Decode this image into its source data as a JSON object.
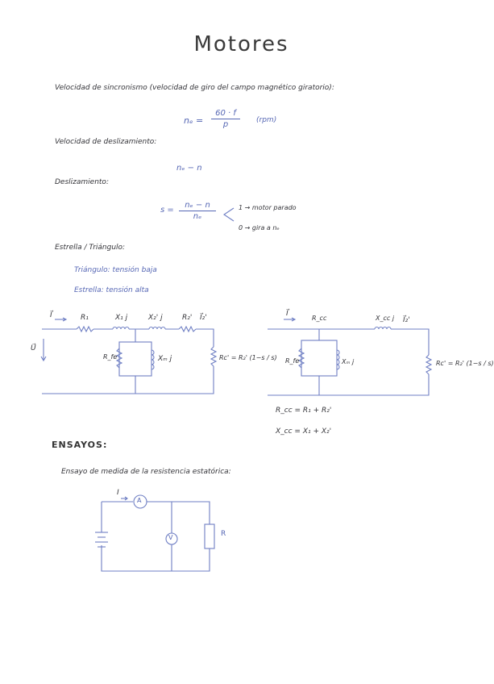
{
  "title": "Motores",
  "sync_speed": {
    "label": "Velocidad de sincronismo (velocidad de giro del campo magnético giratorio):",
    "lhs": "nₑ =",
    "num": "60 · f",
    "den": "p",
    "unit": "(rpm)"
  },
  "slip_speed": {
    "label": "Velocidad de deslizamiento:",
    "expr": "nₑ − n"
  },
  "slip": {
    "label": "Deslizamiento:",
    "lhs": "s =",
    "num": "nₑ − n",
    "den": "nₑ",
    "case1": "1 → motor parado",
    "case2": "0 → gira a nₑ"
  },
  "connection": {
    "label": "Estrella / Triángulo:",
    "triangle": "Triángulo: tensión baja",
    "star": "Estrella: tensión alta"
  },
  "circuit1": {
    "current_in": "I⃗",
    "voltage": "U⃗",
    "r1": "R₁",
    "x1": "X₁ j",
    "x2": "X₂' j",
    "r2": "R₂'",
    "current_out": "I⃗₂'",
    "rfe": "R_fe",
    "xm": "Xₘ j",
    "load": "Rc' = R₂' (1−s / s)"
  },
  "circuit2": {
    "current_in": "I⃗",
    "rcc": "R_cc",
    "xcc": "X_cc j",
    "current_out": "I⃗₂'",
    "rfe": "R_fe",
    "xm": "Xₘ j",
    "load": "Rc' = R₂' (1−s / s)"
  },
  "equations": {
    "rcc": "R_cc = R₁ + R₂'",
    "xcc": "X_cc = X₁ + X₂'"
  },
  "ensayos": {
    "heading": "ENSAYOS:",
    "test1_label": "Ensayo de medida de la resistencia estatórica:",
    "current": "I",
    "ammeter": "A",
    "voltmeter": "V",
    "resistor": "R"
  },
  "colors": {
    "ink": "#333338",
    "blue": "#5566b4",
    "wire": "#6f7fc4"
  }
}
